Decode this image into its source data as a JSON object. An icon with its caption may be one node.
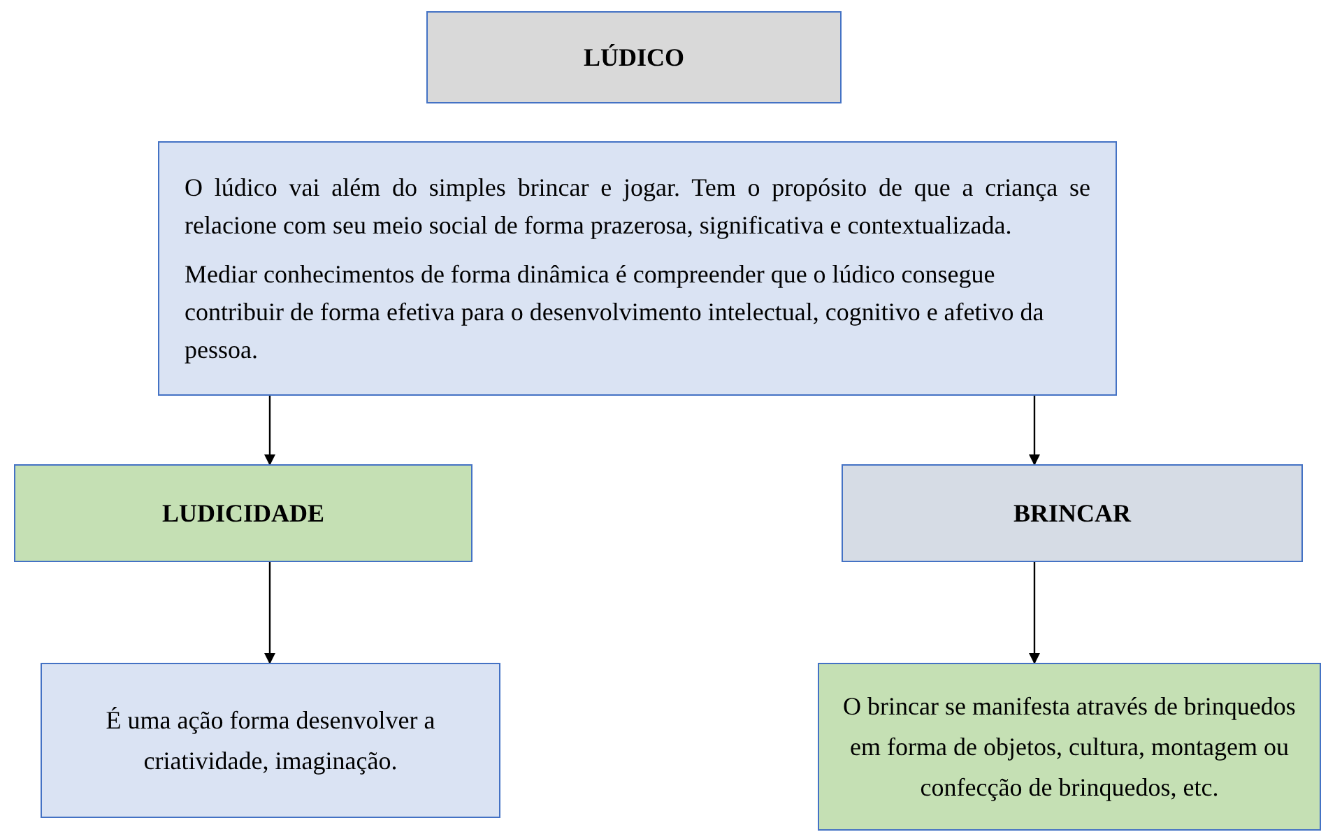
{
  "diagram": {
    "nodes": [
      {
        "text": [
          "LÚDICO"
        ]
      },
      {
        "text": [
          "O lúdico vai além do simples brincar e jogar. Tem o propósito de que a criança se relacione com seu meio social de forma prazerosa, significativa e contextualizada.",
          "Mediar conhecimentos de forma dinâmica é compreender que o lúdico consegue contribuir de forma efetiva para o desenvolvimento intelectual, cognitivo e afetivo da pessoa."
        ]
      },
      {
        "text": [
          "LUDICIDADE"
        ]
      },
      {
        "text": [
          "BRINCAR"
        ]
      },
      {
        "text": [
          "É uma ação forma desenvolver a criatividade, imaginação."
        ]
      },
      {
        "text": [
          "O brincar se manifesta através de brinquedos em forma de objetos, cultura, montagem ou confecção de brinquedos, etc."
        ]
      }
    ],
    "edges": [
      {
        "from": 1,
        "to": 2,
        "arrow": "to"
      },
      {
        "from": 1,
        "to": 3,
        "arrow": "to"
      },
      {
        "from": 2,
        "to": 4,
        "arrow": "to"
      },
      {
        "from": 3,
        "to": 5,
        "arrow": "to"
      }
    ]
  }
}
